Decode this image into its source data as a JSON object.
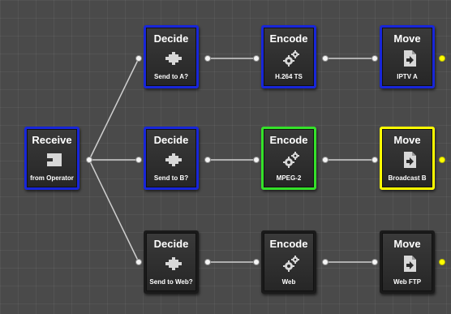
{
  "nodes": {
    "receive": {
      "title": "Receive",
      "label": "from Operator",
      "icon": "receive-icon"
    },
    "decide_a": {
      "title": "Decide",
      "label": "Send to A?",
      "icon": "puzzle-icon"
    },
    "decide_b": {
      "title": "Decide",
      "label": "Send to B?",
      "icon": "puzzle-icon"
    },
    "decide_web": {
      "title": "Decide",
      "label": "Send to Web?",
      "icon": "puzzle-icon"
    },
    "encode_a": {
      "title": "Encode",
      "label": "H.264 TS",
      "icon": "gears-icon"
    },
    "encode_b": {
      "title": "Encode",
      "label": "MPEG-2",
      "icon": "gears-icon"
    },
    "encode_web": {
      "title": "Encode",
      "label": "Web",
      "icon": "gears-icon"
    },
    "move_a": {
      "title": "Move",
      "label": "IPTV A",
      "icon": "move-file-icon"
    },
    "move_b": {
      "title": "Move",
      "label": "Broadcast B",
      "icon": "move-file-icon"
    },
    "move_web": {
      "title": "Move",
      "label": "Web FTP",
      "icon": "move-file-icon"
    }
  },
  "colors": {
    "background": "#4a4a4a",
    "blue_border": "#1826d8",
    "green_border": "#35e12a",
    "yellow_border": "#ffff00",
    "link": "#cfcfcf",
    "icon_fill": "#d8d8d8"
  }
}
